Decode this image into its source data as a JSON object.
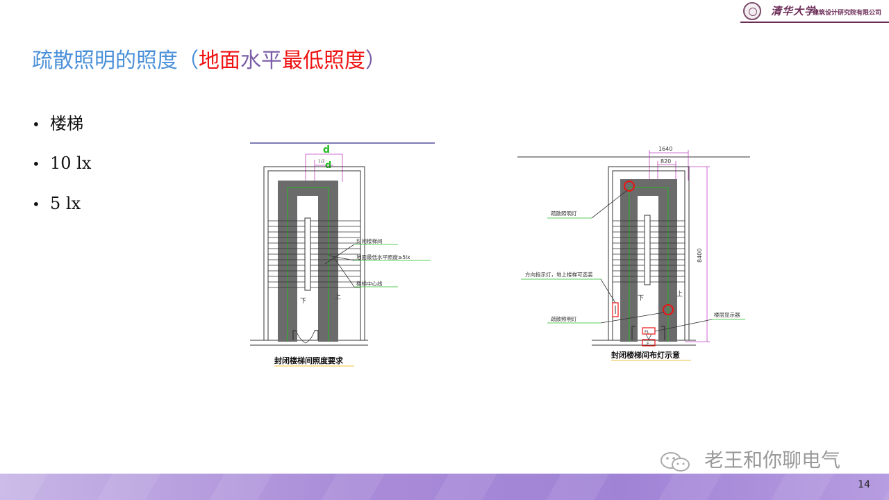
{
  "header": {
    "university_name": "清华大学",
    "org_name": "建筑设计研究院有限公司"
  },
  "title": {
    "part1": "疏散照明的照度（",
    "part2": "地面",
    "part3": "水平",
    "part4": "最低照度",
    "part5": "）"
  },
  "bullets": [
    {
      "text": "楼梯"
    },
    {
      "text": "10 lx"
    },
    {
      "text": "5 lx"
    }
  ],
  "diagram_left": {
    "dim_d": "d",
    "dim_half": "1/2",
    "dim_half_d": "d",
    "label_enclosed": "封闭楼梯间",
    "label_illum": "地面最低水平照度≥5lx",
    "label_centerline": "楼梯中心线",
    "mark_down": "下",
    "mark_up": "上",
    "caption": "封闭楼梯间照度要求"
  },
  "diagram_right": {
    "dim_1640": "1640",
    "dim_820": "820",
    "dim_8400": "8400",
    "label_evac_light_top": "疏散照明灯",
    "label_direction_sign": "方向指示灯，地上楼梯可选装",
    "label_evac_light_bottom": "疏散照明灯",
    "label_floor_display": "楼层显示器",
    "mark_down": "下",
    "mark_up": "上",
    "sign_fl": "FL",
    "sign_e": "E",
    "caption": "封闭楼梯间布灯示意"
  },
  "watermark": {
    "text": "老王和你聊电气"
  },
  "page_number": "14",
  "colors": {
    "title_blue": "#4a90d9",
    "title_red": "#ee1111",
    "title_purple": "#7b5ea7",
    "footer_purple": "#a98bd8",
    "logo_purple": "#6b2c57"
  }
}
